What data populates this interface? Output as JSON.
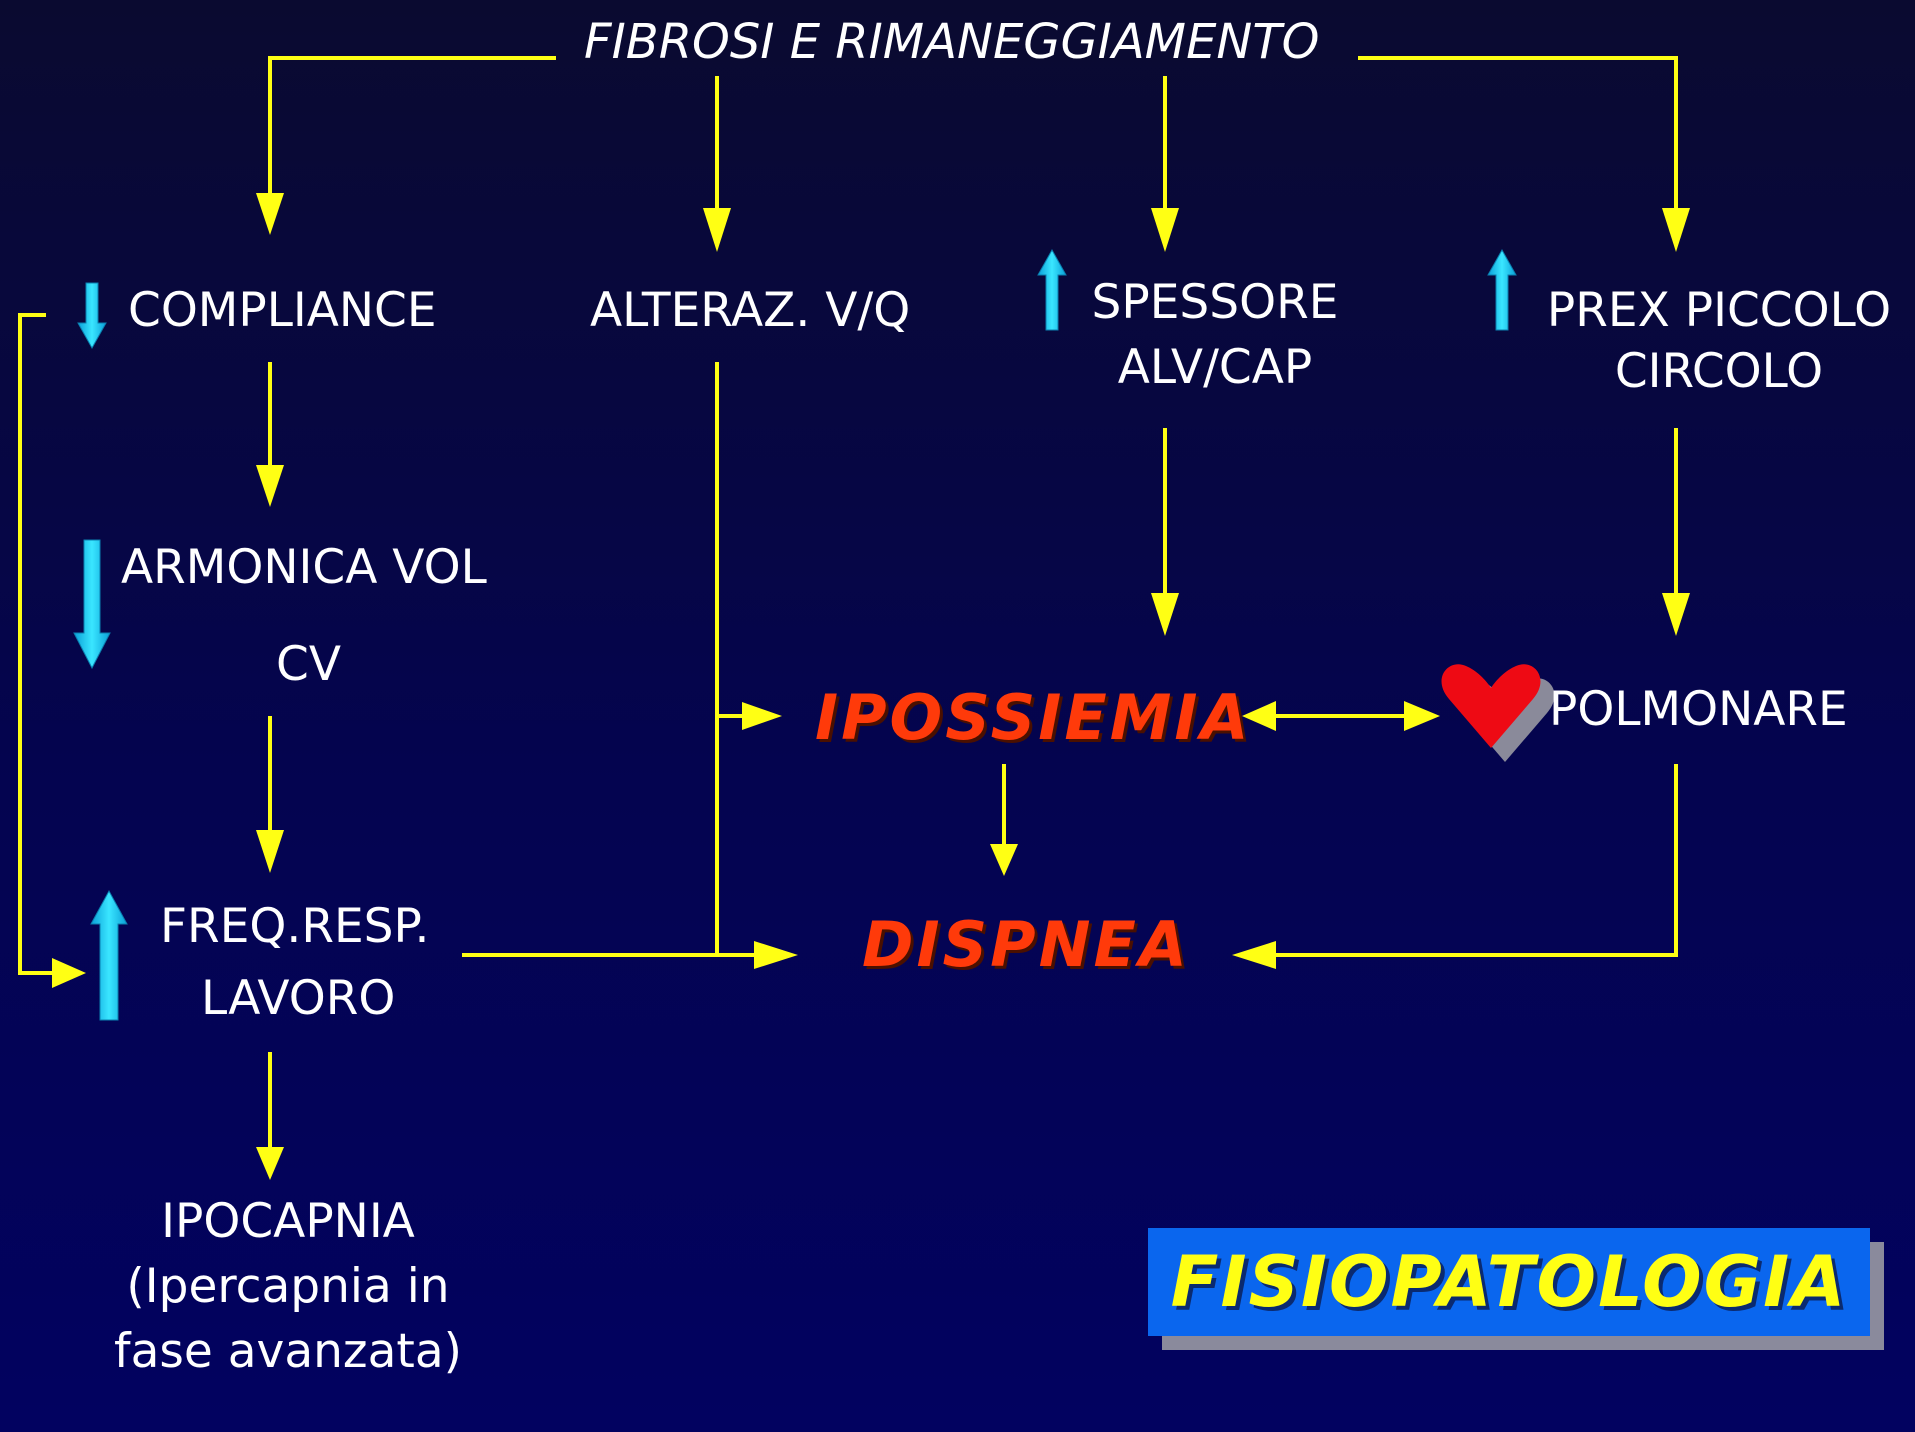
{
  "top_title": "FIBROSI E RIMANEGGIAMENTO",
  "nodes": {
    "compliance": "COMPLIANCE",
    "alteraz": "ALTERAZ. V/Q",
    "spessore_line1": "SPESSORE",
    "spessore_line2": "ALV/CAP",
    "prex_line1": "PREX PICCOLO",
    "prex_line2": "CIRCOLO",
    "armonica": "ARMONICA VOL",
    "cv": "CV",
    "iposs": "IPOSSIEMIA",
    "polmonare": "POLMONARE",
    "freq": "FREQ.RESP.",
    "lavoro": "LAVORO",
    "dispnea": "DISPNEA",
    "ipocapnia_line1": "IPOCAPNIA",
    "ipocapnia_line2": "(Ipercapnia in",
    "ipocapnia_line3": "fase avanzata)"
  },
  "title": "FISIOPATOLOGIA",
  "colors": {
    "connector": "#ffff14",
    "indicator_arrow": "#1ec8f0",
    "emphasis": "#ff3a0a",
    "heart": "#ee0a14",
    "title_box": "#0a66ee",
    "title_text": "#ffff14"
  },
  "icons": {
    "down_indicator": "down-arrow-icon",
    "up_indicator": "up-arrow-icon",
    "heart": "heart-icon"
  }
}
